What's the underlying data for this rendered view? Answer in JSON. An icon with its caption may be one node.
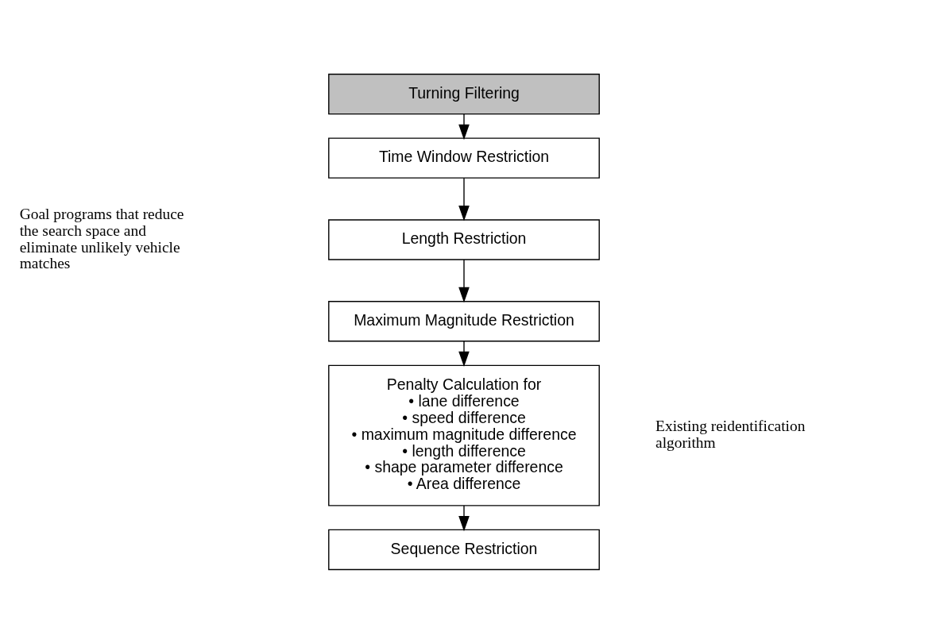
{
  "diagram": {
    "nodes": [
      {
        "text": [
          "Turning Filtering"
        ]
      },
      {
        "text": [
          "Time Window Restriction"
        ]
      },
      {
        "text": [
          "Length Restriction"
        ]
      },
      {
        "text": [
          "Maximum Magnitude Restriction"
        ]
      },
      {
        "text": [
          "Penalty Calculation for",
          "• lane difference",
          "• speed difference",
          "• maximum magnitude difference",
          "• length difference",
          "• shape parameter difference",
          "• Area difference"
        ]
      },
      {
        "text": [
          "Sequence Restriction"
        ]
      }
    ],
    "edges": [
      {
        "from": 0,
        "to": 1,
        "arrow": "to"
      },
      {
        "from": 1,
        "to": 2,
        "arrow": "to"
      },
      {
        "from": 2,
        "to": 3,
        "arrow": "to"
      },
      {
        "from": 3,
        "to": 4,
        "arrow": "to"
      },
      {
        "from": 4,
        "to": 5,
        "arrow": "to"
      }
    ],
    "labels": [
      "Goal programs that reduce the search space and eliminate unlikely vehicle matches",
      "Existing reidentification algorithm"
    ]
  }
}
